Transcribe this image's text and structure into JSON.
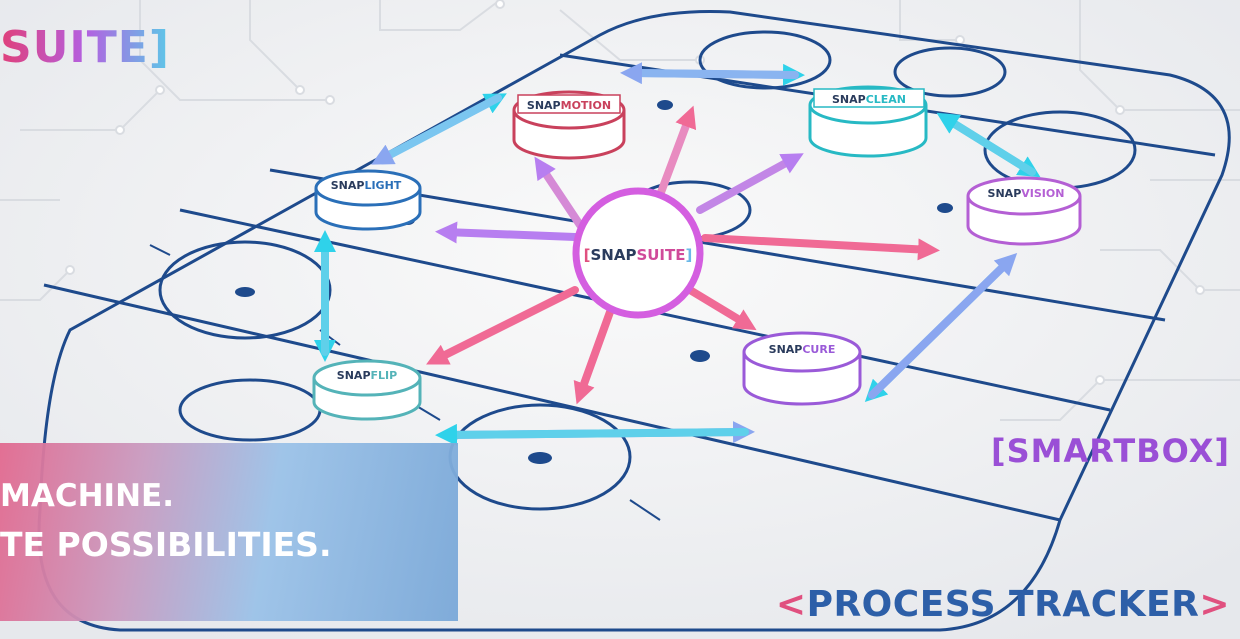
{
  "header": {
    "suite_logo": "SUITE]"
  },
  "brands": {
    "smartbox": "[SMARTBOX]",
    "tracker": "PROCESS TRACKER",
    "tracker_open": "<",
    "tracker_close": ">"
  },
  "banner": {
    "line1": "MACHINE.",
    "line2": "TE POSSIBILITIES."
  },
  "center": {
    "prefix": "[",
    "snap": "SNAP",
    "name": "SUITE",
    "suffix": "]"
  },
  "pucks": [
    {
      "id": "motion",
      "snap": "SNAP",
      "name": "MOTION",
      "color": "#c9415c"
    },
    {
      "id": "clean",
      "snap": "SNAP",
      "name": "CLEAN",
      "color": "#27b9c4"
    },
    {
      "id": "light",
      "snap": "SNAP",
      "name": "LIGHT",
      "color": "#2a6fb8"
    },
    {
      "id": "vision",
      "snap": "SNAP",
      "name": "VISION",
      "color": "#b45fd4"
    },
    {
      "id": "cure",
      "snap": "SNAP",
      "name": "CURE",
      "color": "#9a5ad8"
    },
    {
      "id": "flip",
      "snap": "SNAP",
      "name": "FLIP",
      "color": "#54b3b8"
    }
  ],
  "colors": {
    "rink": "#1e4a8c",
    "pink": "#f06a95",
    "purple": "#b77ef0",
    "cyan": "#2fd2ea"
  }
}
